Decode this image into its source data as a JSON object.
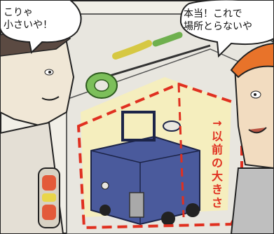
{
  "bubbles": {
    "left": {
      "line1": "こりゃ",
      "line2": "小さいや！"
    },
    "right": {
      "line1": "本当！これで",
      "line2": "場所とらないや"
    }
  },
  "annotation": {
    "arrow": "→",
    "text_chars": [
      "以",
      "前",
      "の",
      "大",
      "き",
      "さ"
    ],
    "color": "#e03020"
  },
  "colors": {
    "machine_blue": "#4a5a9c",
    "highlight_cream": "#f7eeb8",
    "cap_orange": "#e8732a"
  }
}
